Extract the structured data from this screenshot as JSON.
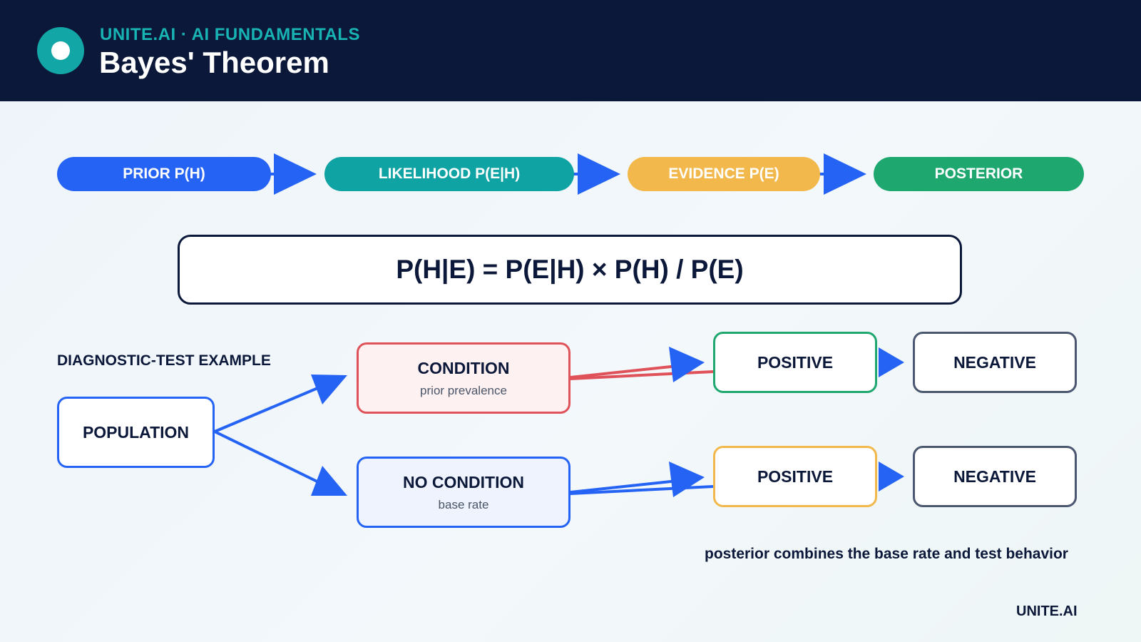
{
  "header": {
    "kicker": "UNITE.AI · AI FUNDAMENTALS",
    "title": "Bayes' Theorem",
    "logo_icon": "circle-ring-icon"
  },
  "pipeline": {
    "steps": [
      {
        "label": "PRIOR P(H)",
        "color": "#2563f5"
      },
      {
        "label": "LIKELIHOOD P(E|H)",
        "color": "#0fa3a3"
      },
      {
        "label": "EVIDENCE P(E)",
        "color": "#f2b84b"
      },
      {
        "label": "POSTERIOR",
        "color": "#1ea870"
      }
    ]
  },
  "formula": {
    "text": "P(H|E) = P(E|H) × P(H) / P(E)"
  },
  "example": {
    "section_label": "DIAGNOSTIC-TEST EXAMPLE",
    "population": {
      "label": "POPULATION"
    },
    "condition": {
      "label": "CONDITION",
      "sublabel": "prior prevalence"
    },
    "no_condition": {
      "label": "NO CONDITION",
      "sublabel": "base rate"
    },
    "positive_top": {
      "label": "POSITIVE"
    },
    "negative_top": {
      "label": "NEGATIVE"
    },
    "positive_bottom": {
      "label": "POSITIVE"
    },
    "negative_bottom": {
      "label": "NEGATIVE"
    },
    "caption": "posterior combines the base rate and test behavior"
  },
  "colors": {
    "navy": "#0c1839",
    "blue": "#2563f5",
    "teal": "#0fa3a3",
    "amber": "#f2b84b",
    "green": "#1ea870",
    "red": "#e0525a",
    "slate": "#4b5770"
  },
  "footer": {
    "brand": "UNITE.AI"
  }
}
